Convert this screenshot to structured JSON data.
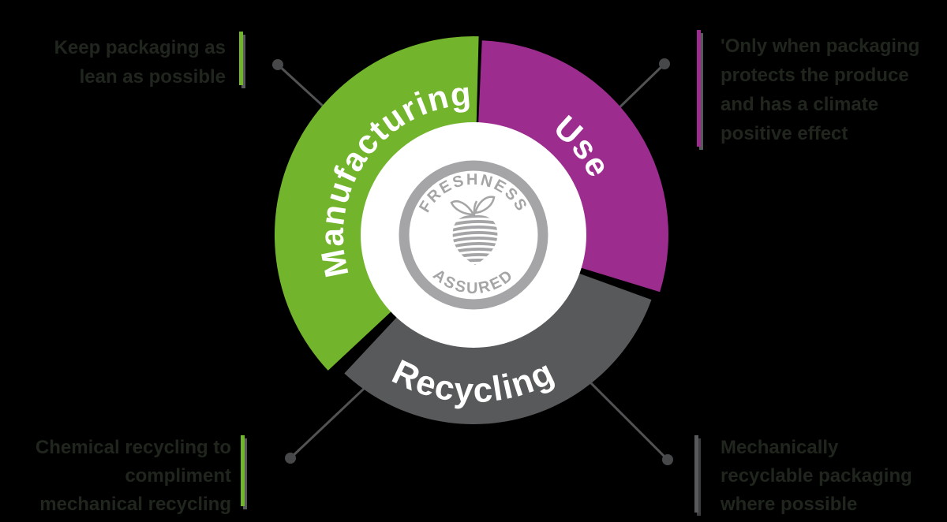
{
  "diagram": {
    "title_hint": "packaging lifecycle wheel",
    "segments": [
      {
        "id": "manufacturing",
        "label": "Manufacturing",
        "color": "#72b52c"
      },
      {
        "id": "use",
        "label": "Use",
        "color": "#9d2c8f"
      },
      {
        "id": "recycling",
        "label": "Recycling",
        "color": "#58595b"
      }
    ],
    "badge": {
      "top_text": "FRESHNESS",
      "bottom_text": "ASSURED",
      "icon": "strawberry-icon",
      "color": "#a5a5a7"
    },
    "annotations": [
      {
        "position": "top-left",
        "lines": [
          "Keep packaging as",
          "lean as possible"
        ],
        "accent_color": "#72b52c"
      },
      {
        "position": "top-right",
        "lines": [
          "'Only when packaging",
          "protects the produce",
          "and has a climate",
          "positive effect"
        ],
        "accent_color": "#9d2c8f"
      },
      {
        "position": "bottom-left",
        "lines": [
          "Chemical recycling to",
          "compliment",
          "mechanical recycling"
        ],
        "accent_color": "#72b52c"
      },
      {
        "position": "bottom-right",
        "lines": [
          "Mechanically",
          "recyclable packaging",
          "where possible"
        ],
        "accent_color": "#58595b"
      }
    ],
    "colors": {
      "background": "#000000",
      "green": "#72b52c",
      "purple": "#9d2c8f",
      "dark_gray": "#58595b",
      "badge_gray": "#a5a5a7",
      "note_text": "#20261e",
      "connector": "#515254",
      "white": "#ffffff"
    }
  }
}
